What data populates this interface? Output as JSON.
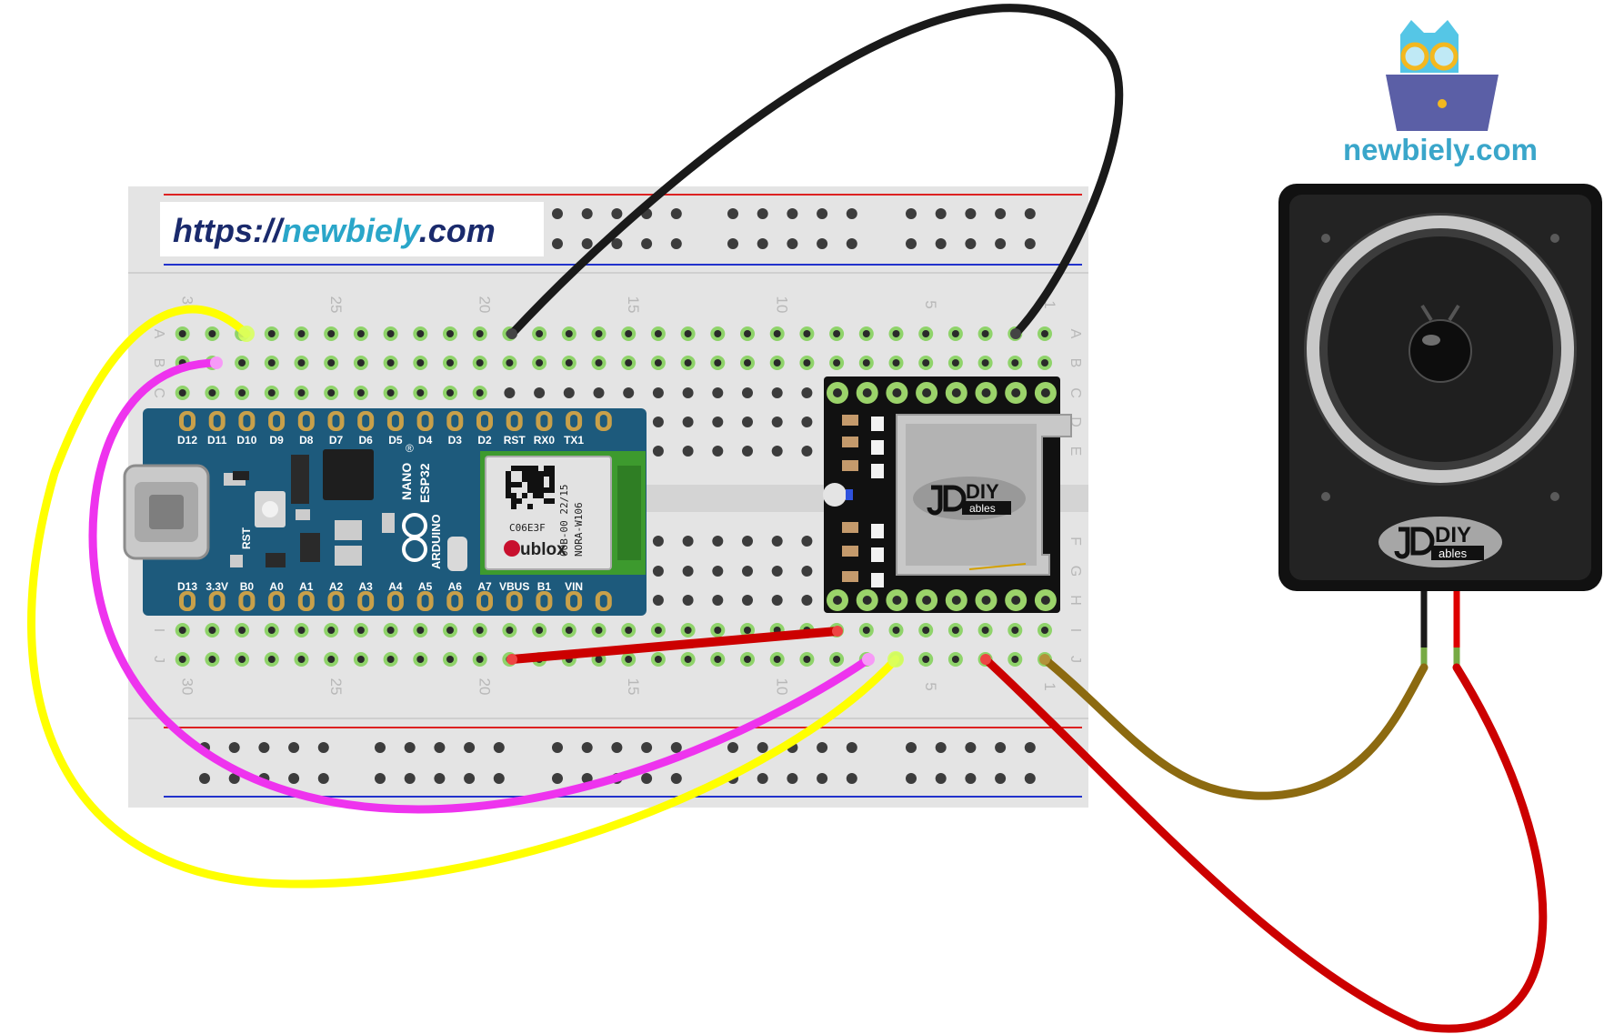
{
  "watermark": {
    "url_prefix": "https://",
    "url_site": "newbiely",
    "url_suffix": ".com",
    "brand_text": "newbiely.com"
  },
  "breadboard": {
    "column_numbers": [
      "30",
      "25",
      "20",
      "15",
      "10",
      "5",
      "1"
    ],
    "row_letters_top": [
      "A",
      "B",
      "C",
      "D",
      "E"
    ],
    "row_letters_bottom": [
      "F",
      "G",
      "H",
      "I",
      "J"
    ]
  },
  "arduino": {
    "top_pins": [
      "D12",
      "D11",
      "D10",
      "D9",
      "D8",
      "D7",
      "D6",
      "D5",
      "D4",
      "D3",
      "D2",
      "RST",
      "RX0",
      "TX1"
    ],
    "bottom_pins": [
      "D13",
      "3.3V",
      "B0",
      "A0",
      "A1",
      "A2",
      "A3",
      "A4",
      "A5",
      "A6",
      "A7",
      "VBUS",
      "B1",
      "VIN"
    ],
    "model_line1": "NANO",
    "model_line2": "ESP32",
    "brand": "ARDUINO",
    "rst_label": "RST",
    "module_code": "C06E3F",
    "module_date": "00B-00 22/15",
    "module_name": "NORA-W106",
    "module_brand": "ublox",
    "registered_mark": "®"
  },
  "mp3_module": {
    "brand_top": "DIY",
    "brand_bottom": "ables"
  },
  "speaker": {
    "brand_top": "DIY",
    "brand_bottom": "ables"
  },
  "colors": {
    "wire_black": "#1a1a1a",
    "wire_yellow": "#ffff00",
    "wire_magenta": "#ee33ee",
    "wire_red": "#cc0000",
    "wire_brown": "#8c6a10",
    "board_blue": "#1d5a7c",
    "breadboard": "#e4e4e4",
    "accent": "#2aa6c9"
  }
}
